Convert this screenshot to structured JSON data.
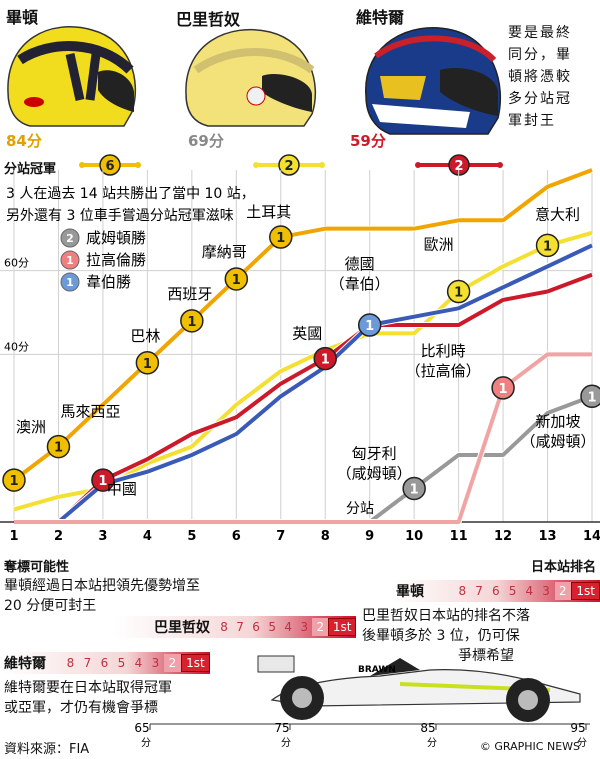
{
  "header": {
    "drivers": [
      {
        "name": "畢頓",
        "points": "84分",
        "color": "#e0a000",
        "wins": "6",
        "helmet": "#f2dc1e"
      },
      {
        "name": "巴里哲奴",
        "points": "69分",
        "color": "#888888",
        "wins": "2",
        "helmet": "#f3e27a"
      },
      {
        "name": "維特爾",
        "points": "59分",
        "color": "#cc1a2a",
        "wins": "2",
        "helmet": "#1a3a8a"
      }
    ],
    "wins_label": "分站冠軍",
    "tie_note": [
      "要是最終",
      "同分，畢",
      "頓將憑較",
      "多分站冠",
      "軍封王"
    ]
  },
  "chart_data": {
    "type": "line",
    "title": "3 人在過去 14 站共勝出了當中 10 站，另外還有 3 位車手嘗過分站冠軍滋味",
    "title_lines": [
      "3 人在過去 14 站共勝出了當中 10 站，",
      "另外還有 3 位車手嘗過分站冠軍滋味"
    ],
    "xlabel": "分站",
    "x": [
      1,
      2,
      3,
      4,
      5,
      6,
      7,
      8,
      9,
      10,
      11,
      12,
      13,
      14
    ],
    "ylim": [
      0,
      84
    ],
    "y_ticks": [
      {
        "value": 40,
        "label": "40分"
      },
      {
        "value": 60,
        "label": "60分"
      }
    ],
    "series": [
      {
        "name": "畢頓",
        "color": "#f0a500",
        "values": [
          10,
          18,
          28,
          38,
          48,
          58,
          68,
          70,
          70,
          70,
          72,
          72,
          80,
          84
        ]
      },
      {
        "name": "巴里哲奴",
        "color": "#f4e030",
        "values": [
          3,
          6,
          8,
          14,
          18,
          28,
          36,
          41,
          45,
          45,
          55,
          61,
          66,
          69
        ]
      },
      {
        "name": "維特爾",
        "color": "#cc1a2a",
        "values": [
          0,
          0,
          10,
          15,
          21,
          25,
          33,
          39,
          47,
          47,
          47,
          53,
          55,
          59
        ]
      },
      {
        "name": "韋伯",
        "color": "#3a5ab8",
        "values": [
          0,
          0,
          9,
          12,
          16,
          21,
          30,
          37,
          47,
          49,
          51,
          56,
          61,
          66
        ]
      },
      {
        "name": "咸姆頓",
        "color": "#999999",
        "values": [
          0,
          0,
          0,
          0,
          0,
          0,
          0,
          0,
          0,
          8,
          16,
          16,
          26,
          30
        ]
      },
      {
        "name": "拉高倫",
        "color": "#f1a4a4",
        "values": [
          0,
          0,
          0,
          0,
          0,
          0,
          0,
          0,
          0,
          0,
          0,
          32,
          40,
          40
        ]
      }
    ],
    "wins": [
      {
        "round": 1,
        "driver": "畢頓",
        "label": "澳洲"
      },
      {
        "round": 2,
        "driver": "畢頓",
        "label": "馬來西亞"
      },
      {
        "round": 3,
        "driver": "維特爾",
        "label": "中國"
      },
      {
        "round": 4,
        "driver": "畢頓",
        "label": "巴林"
      },
      {
        "round": 5,
        "driver": "畢頓",
        "label": "西班牙"
      },
      {
        "round": 6,
        "driver": "畢頓",
        "label": "摩納哥"
      },
      {
        "round": 7,
        "driver": "畢頓",
        "label": "土耳其"
      },
      {
        "round": 8,
        "driver": "維特爾",
        "label": "英國"
      },
      {
        "round": 9,
        "driver": "韋伯",
        "label": "德國\n（韋伯）"
      },
      {
        "round": 10,
        "driver": "咸姆頓",
        "label": "匈牙利\n（咸姆頓）"
      },
      {
        "round": 11,
        "driver": "巴里哲奴",
        "label": "歐洲"
      },
      {
        "round": 12,
        "driver": "拉高倫",
        "label": "比利時\n（拉高倫）"
      },
      {
        "round": 13,
        "driver": "巴里哲奴",
        "label": "意大利"
      },
      {
        "round": 14,
        "driver": "咸姆頓",
        "label": "新加坡\n（咸姆頓）"
      }
    ],
    "legend": [
      {
        "num": "2",
        "label": "咸姆頓勝",
        "color": "#999999"
      },
      {
        "num": "1",
        "label": "拉高倫勝",
        "color": "#f08080"
      },
      {
        "num": "1",
        "label": "韋伯勝",
        "color": "#6a9ad8"
      }
    ],
    "grid": true
  },
  "bottom": {
    "left_title": "奪標可能性",
    "right_title": "日本站排名",
    "rank_labels": [
      "8",
      "7",
      "6",
      "5",
      "4",
      "3",
      "2",
      "1st"
    ],
    "scenarios": [
      {
        "name": "畢頓",
        "text": [
          "畢頓經過日本站把領先優勢增至",
          "20 分便可封王"
        ]
      },
      {
        "name": "巴里哲奴",
        "text": [
          "巴里哲奴日本站的排名不落",
          "後畢頓多於 3 位，仍可保",
          "爭標希望"
        ]
      },
      {
        "name": "維特爾",
        "text": [
          "維特爾要在日本站取得冠軍",
          "或亞軍，才仍有機會爭標"
        ]
      }
    ],
    "axis": [
      {
        "value": "65",
        "unit": "分"
      },
      {
        "value": "75",
        "unit": "分"
      },
      {
        "value": "85",
        "unit": "分"
      },
      {
        "value": "95",
        "unit": "分"
      }
    ],
    "source": "資料來源：FIA",
    "credit": "© GRAPHIC NEWS",
    "car_sponsor": "BRAWN"
  }
}
